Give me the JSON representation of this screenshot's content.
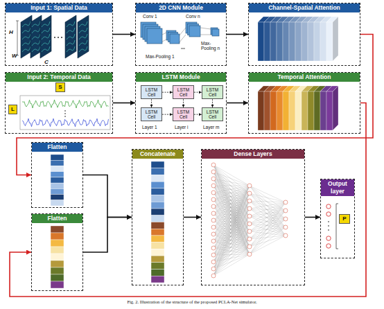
{
  "diagram": {
    "caption": "Fig. 2. Illustration of the structure of the proposed PCLA-Net simulator.",
    "nodes": [
      {
        "text": [
          "Input 1: Spatial Data"
        ]
      },
      {
        "text": [
          "2D CNN Module"
        ]
      },
      {
        "text": [
          "Channel-Spatial Attention"
        ]
      },
      {
        "text": [
          "Input 2: Temporal Data"
        ]
      },
      {
        "text": [
          "S"
        ],
        "in": 3
      },
      {
        "text": [
          "L"
        ],
        "in": 3
      },
      {
        "text": [
          "LSTM Module"
        ]
      },
      {
        "text": [
          "LSTM Cell"
        ],
        "in": 6
      },
      {
        "text": [
          "LSTM Cell"
        ],
        "in": 6
      },
      {
        "text": [
          "LSTM Cell"
        ],
        "in": 6
      },
      {
        "text": [
          "LSTM Cell"
        ],
        "in": 6
      },
      {
        "text": [
          "LSTM Cell"
        ],
        "in": 6
      },
      {
        "text": [
          "LSTM Cell"
        ],
        "in": 6
      },
      {
        "text": [
          "Temporal Attention"
        ]
      },
      {
        "text": [
          "Flatten"
        ]
      },
      {
        "text": [
          "Flatten"
        ]
      },
      {
        "text": [
          "Concatenate"
        ]
      },
      {
        "text": [
          "Dense Layers"
        ]
      },
      {
        "text": [
          "Output layer"
        ]
      },
      {
        "text": [
          "P"
        ],
        "in": 18
      }
    ],
    "edges": [
      {
        "from": 0,
        "to": 1,
        "arrow": "to"
      },
      {
        "from": 1,
        "to": 2,
        "arrow": "to"
      },
      {
        "from": 3,
        "to": 6,
        "arrow": "to"
      },
      {
        "from": 6,
        "to": 13,
        "arrow": "to"
      },
      {
        "from": 2,
        "to": 14,
        "arrow": "to"
      },
      {
        "from": 13,
        "to": 15,
        "arrow": "to"
      },
      {
        "from": 14,
        "to": 16,
        "arrow": "to"
      },
      {
        "from": 15,
        "to": 16,
        "arrow": "to"
      },
      {
        "from": 16,
        "to": 17,
        "arrow": "to"
      },
      {
        "from": 17,
        "to": 18,
        "arrow": "to"
      },
      {
        "from": 7,
        "to": 8,
        "arrow": "to"
      },
      {
        "from": 8,
        "to": 9,
        "arrow": "to"
      },
      {
        "from": 10,
        "to": 11,
        "arrow": "to"
      },
      {
        "from": 11,
        "to": 12,
        "arrow": "to"
      },
      {
        "from": 7,
        "to": 10,
        "arrow": "to"
      },
      {
        "from": 8,
        "to": 11,
        "arrow": "to"
      },
      {
        "from": 9,
        "to": 12,
        "arrow": "to"
      }
    ],
    "labels": [
      "H",
      "W",
      "C",
      "Conv 1",
      "Conv n",
      "Max-Pooling 1",
      "Max-Pooling n",
      "Layer 1",
      "Layer i",
      "Layer m"
    ]
  }
}
